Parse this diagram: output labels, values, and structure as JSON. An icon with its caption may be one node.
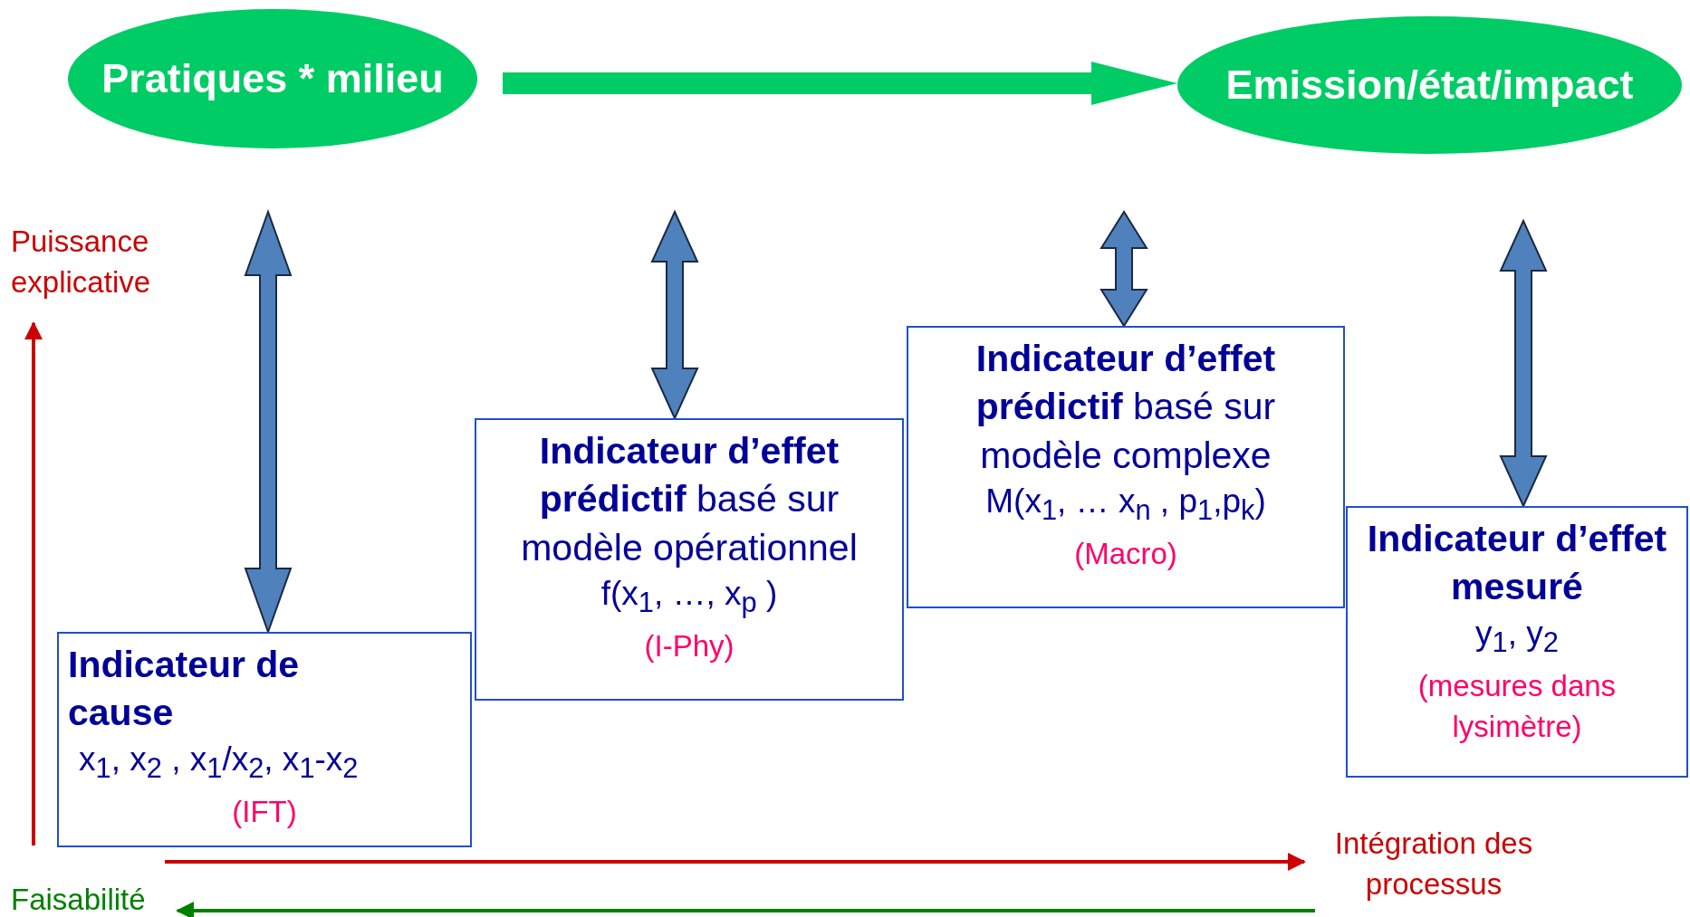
{
  "diagram": {
    "nodes": [
      {
        "text": [
          "Pratiques * milieu"
        ]
      },
      {
        "text": [
          "Emission/état/impact"
        ]
      },
      {
        "text": [
          "Indicateur de cause",
          "x$_{1}$, x$_{2}$ , x$_{1}$/x$_{2}$, x$_{1}$-x$_{2}$",
          "(IFT)"
        ]
      },
      {
        "text": [
          "**Indicateur d’effet prédictif** basé sur modèle opérationnel",
          "f(x$_{1}$, …, x$_{p}$ )",
          "(I-Phy)"
        ]
      },
      {
        "text": [
          "**Indicateur d’effet prédictif** basé sur modèle complexe",
          "M(x$_{1}$, … x$_{n}$ , p$_{1}$,p$_{k}$)",
          "(Macro)"
        ]
      },
      {
        "text": [
          "Indicateur d’effet mesuré",
          "y$_{1}$, y$_{2}$",
          "(mesures dans lysimètre)"
        ]
      }
    ],
    "edges": [
      {
        "from": 0,
        "to": 1,
        "arrow": "to",
        "style": "thick",
        "color": "#00cc66"
      },
      {
        "from": null,
        "to": 2,
        "arrow": "both",
        "style": "thick"
      },
      {
        "from": null,
        "to": 3,
        "arrow": "both",
        "style": "thick"
      },
      {
        "from": null,
        "to": 4,
        "arrow": "both",
        "style": "thick"
      },
      {
        "from": null,
        "to": 5,
        "arrow": "both",
        "style": "thick"
      }
    ],
    "labels": [
      "Puissance explicative",
      "Intégration des processus",
      "Faisabilité"
    ]
  }
}
